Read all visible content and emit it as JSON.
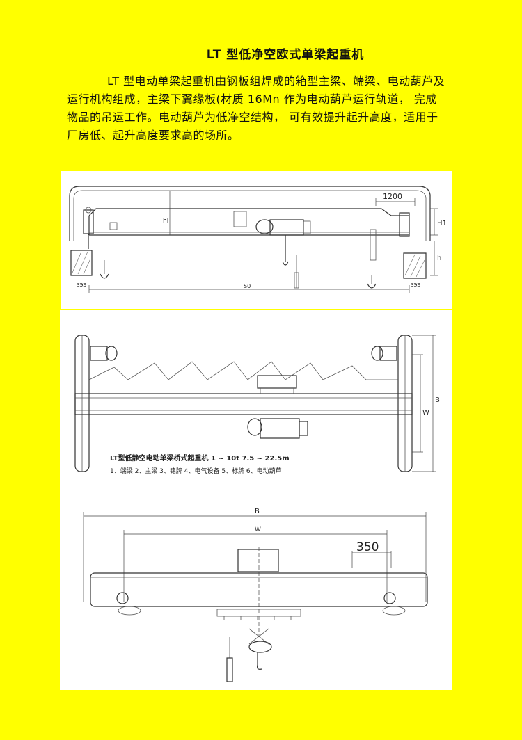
{
  "title": "LT 型低净空欧式单梁起重机",
  "paragraph": "LT 型电动单梁起重机由钢板组焊成的箱型主梁、端梁、电动葫芦及运行机构组成，主梁下翼缘板(材质 16Mn 作为电动葫芦运行轨道， 完成物品的吊运工作。电动葫芦为低净空结构， 可有效提升起升高度，适用于厂房低、起升高度要求高的场所。",
  "drawing1": {
    "dim_top": "1200",
    "label_h1": "H1",
    "label_h": "h",
    "label_hl": "hl",
    "label_span": "S0",
    "label_left": "ЗЭЭ",
    "label_right": "ЗЭЭ"
  },
  "drawing2": {
    "caption": "LT型低静空电动单梁桥式起重机 1 ~ 10t 7.5 ~ 22.5m",
    "legend": "1、端梁 2、主梁 3、铭牌 4、电气设备 5、标牌 6、电动葫芦",
    "label_B": "B",
    "label_W": "W"
  },
  "drawing3": {
    "label_B": "B",
    "label_W": "W",
    "dim_350": "350"
  }
}
